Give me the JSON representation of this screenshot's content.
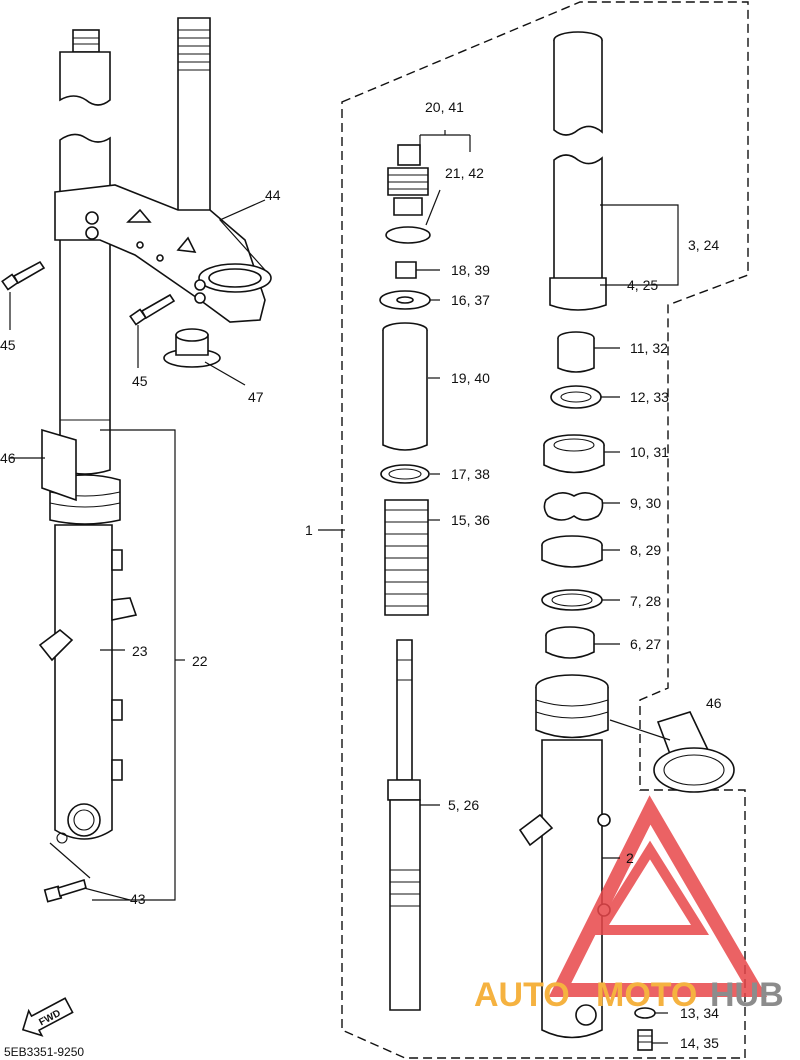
{
  "diagram_code": "5EB3351-9250",
  "direction_label": "FWD",
  "watermark": {
    "part1": "AUTO",
    "part2": "MOTO",
    "part3": "HUB",
    "color_orange": "#f5b240",
    "color_red": "#e8474a",
    "color_grey": "#8c8c8c"
  },
  "callouts": {
    "c1": "1",
    "c2": "2",
    "c3_24": "3, 24",
    "c4_25": "4, 25",
    "c5_26": "5, 26",
    "c6_27": "6, 27",
    "c7_28": "7, 28",
    "c8_29": "8, 29",
    "c9_30": "9, 30",
    "c10_31": "10, 31",
    "c11_32": "11, 32",
    "c12_33": "12, 33",
    "c13_34": "13, 34",
    "c14_35": "14, 35",
    "c15_36": "15, 36",
    "c16_37": "16, 37",
    "c17_38": "17, 38",
    "c18_39": "18, 39",
    "c19_40": "19, 40",
    "c20_41": "20, 41",
    "c21_42": "21, 42",
    "c22": "22",
    "c23": "23",
    "c43": "43",
    "c44": "44",
    "c45a": "45",
    "c45b": "45",
    "c46a": "46",
    "c46b": "46",
    "c47": "47"
  }
}
